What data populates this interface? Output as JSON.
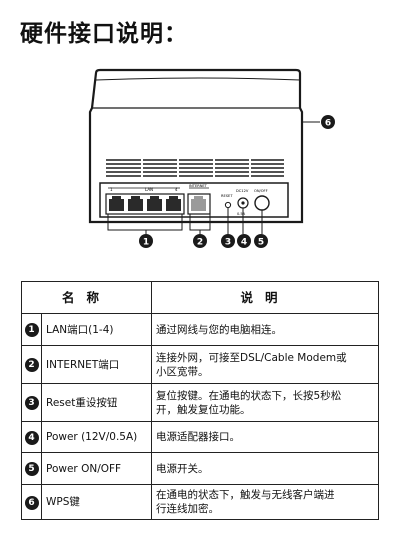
{
  "page_title": "硬件接口说明：",
  "diagram": {
    "callouts": [
      "1",
      "2",
      "3",
      "4",
      "5",
      "6"
    ],
    "panel_labels": {
      "lan": "LAN",
      "lan_left": "1",
      "lan_right": "4",
      "internet": "INTERNET",
      "reset": "RESET",
      "power_top": "DC12V",
      "power_bottom": "0.5A",
      "onoff": "ON/OFF"
    }
  },
  "table": {
    "headers": [
      "名称",
      "说明"
    ],
    "rows": [
      {
        "num": "1",
        "name": "LAN端口(1-4)",
        "desc": [
          "通过网线与您的电脑相连。"
        ]
      },
      {
        "num": "2",
        "name": "INTERNET端口",
        "desc": [
          "连接外网，可接至DSL/Cable Modem或",
          "小区宽带。"
        ]
      },
      {
        "num": "3",
        "name": "Reset重设按钮",
        "desc": [
          "复位按键。在通电的状态下，长按5秒松",
          "开，触发复位功能。"
        ]
      },
      {
        "num": "4",
        "name": "Power (12V/0.5A)",
        "desc": [
          "电源适配器接口。"
        ]
      },
      {
        "num": "5",
        "name": "Power ON/OFF",
        "desc": [
          "电源开关。"
        ]
      },
      {
        "num": "6",
        "name": "WPS键",
        "desc": [
          "在通电的状态下，触发与无线客户端进",
          "行连线加密。"
        ]
      }
    ]
  }
}
